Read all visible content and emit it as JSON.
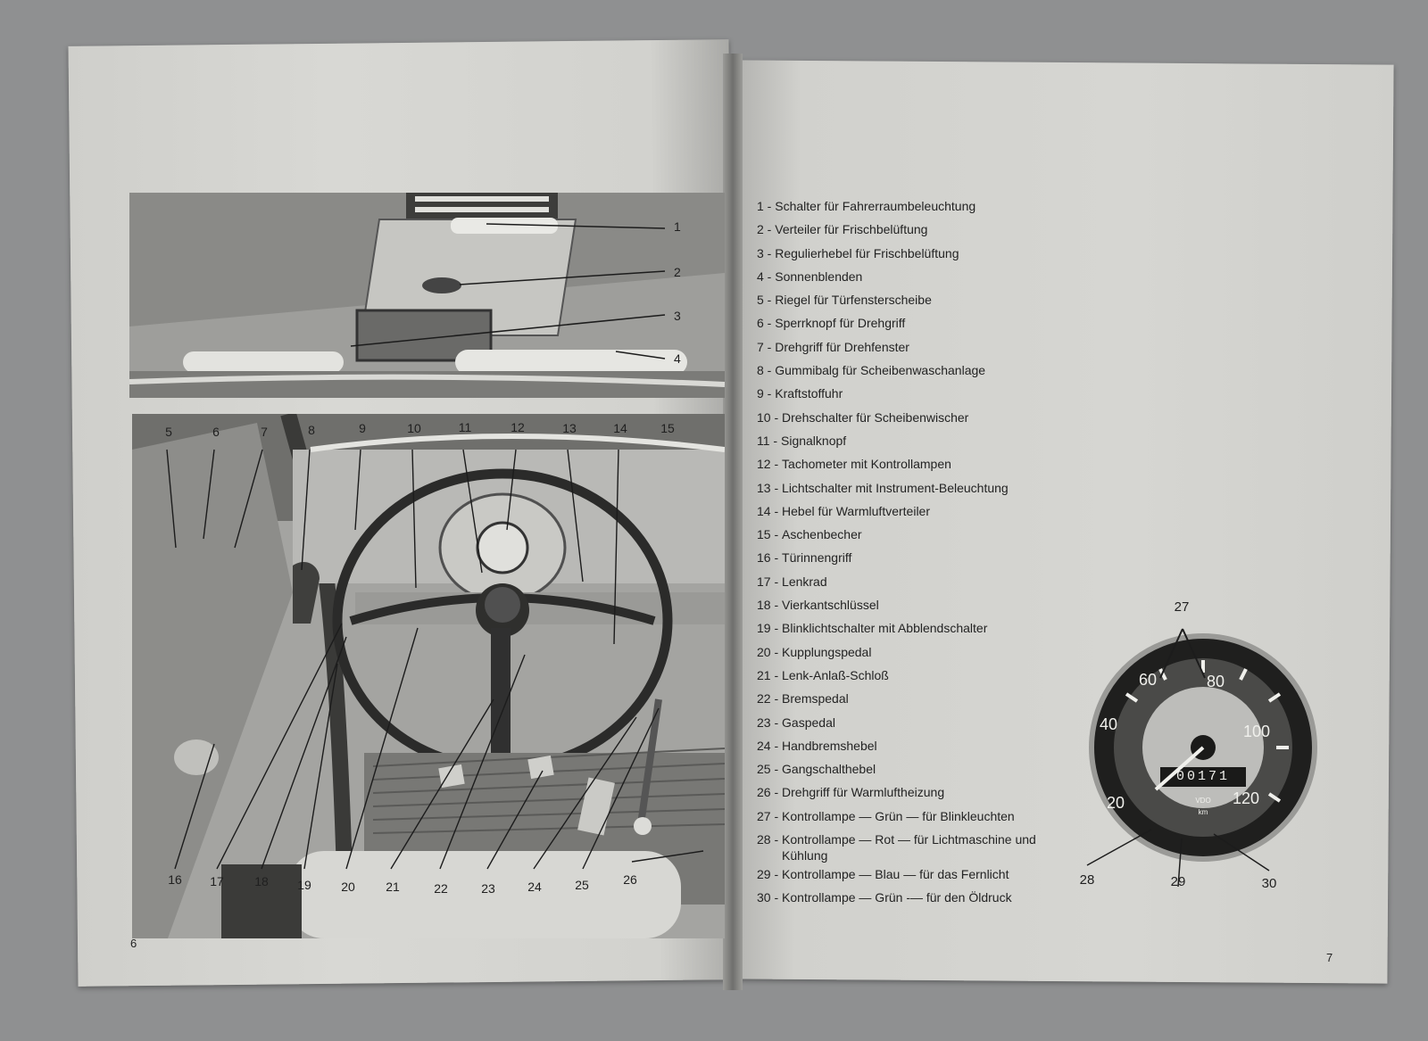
{
  "page_numbers": {
    "left": "6",
    "right": "7"
  },
  "top_photo_callouts": [
    "1",
    "2",
    "3",
    "4"
  ],
  "bottom_photo_callouts_top_row": [
    "5",
    "6",
    "7",
    "8",
    "9",
    "10",
    "11",
    "12",
    "13",
    "14",
    "15"
  ],
  "bottom_photo_callouts_bottom_row": [
    "16",
    "17",
    "18",
    "19",
    "20",
    "21",
    "22",
    "23",
    "24",
    "25",
    "26"
  ],
  "legend": [
    {
      "num": "1",
      "text": "Schalter für Fahrerraumbeleuchtung"
    },
    {
      "num": "2",
      "text": "Verteiler für Frischbelüftung"
    },
    {
      "num": "3",
      "text": "Regulierhebel für Frischbelüftung"
    },
    {
      "num": "4",
      "text": "Sonnenblenden"
    },
    {
      "num": "5",
      "text": "Riegel für Türfensterscheibe"
    },
    {
      "num": "6",
      "text": "Sperrknopf für Drehgriff"
    },
    {
      "num": "7",
      "text": "Drehgriff für Drehfenster"
    },
    {
      "num": "8",
      "text": "Gummibalg für Scheibenwaschanlage"
    },
    {
      "num": "9",
      "text": "Kraftstoffuhr"
    },
    {
      "num": "10",
      "text": "Drehschalter für Scheibenwischer"
    },
    {
      "num": "11",
      "text": "Signalknopf"
    },
    {
      "num": "12",
      "text": "Tachometer mit Kontrollampen"
    },
    {
      "num": "13",
      "text": "Lichtschalter mit Instrument-Beleuchtung"
    },
    {
      "num": "14",
      "text": "Hebel für Warmluftverteiler"
    },
    {
      "num": "15",
      "text": "Aschenbecher"
    },
    {
      "num": "16",
      "text": "Türinnengriff"
    },
    {
      "num": "17",
      "text": "Lenkrad"
    },
    {
      "num": "18",
      "text": "Vierkantschlüssel"
    },
    {
      "num": "19",
      "text": "Blinklichtschalter mit Abblendschalter"
    },
    {
      "num": "20",
      "text": "Kupplungspedal"
    },
    {
      "num": "21",
      "text": "Lenk-Anlaß-Schloß"
    },
    {
      "num": "22",
      "text": "Bremspedal"
    },
    {
      "num": "23",
      "text": "Gaspedal"
    },
    {
      "num": "24",
      "text": "Handbremshebel"
    },
    {
      "num": "25",
      "text": "Gangschalthebel"
    },
    {
      "num": "26",
      "text": "Drehgriff für Warmluftheizung"
    },
    {
      "num": "27",
      "text": "Kontrollampe — Grün — für Blinkleuchten"
    },
    {
      "num": "28",
      "text": "Kontrollampe — Rot — für Lichtmaschine und Kühlung"
    },
    {
      "num": "29",
      "text": "Kontrollampe — Blau — für das Fernlicht"
    },
    {
      "num": "30",
      "text": "Kontrollampe — Grün -— für den Öldruck"
    }
  ],
  "speedometer": {
    "scale_labels": [
      "20",
      "40",
      "60",
      "80",
      "100",
      "120"
    ],
    "odometer": "00171",
    "brand": "VDO",
    "unit": "km",
    "callouts": {
      "top": "27",
      "bottom_left": "28",
      "bottom_center": "29",
      "bottom_right": "30"
    }
  },
  "colors": {
    "paper": "#d4d4d0",
    "background": "#8f9091",
    "ink": "#232323"
  }
}
